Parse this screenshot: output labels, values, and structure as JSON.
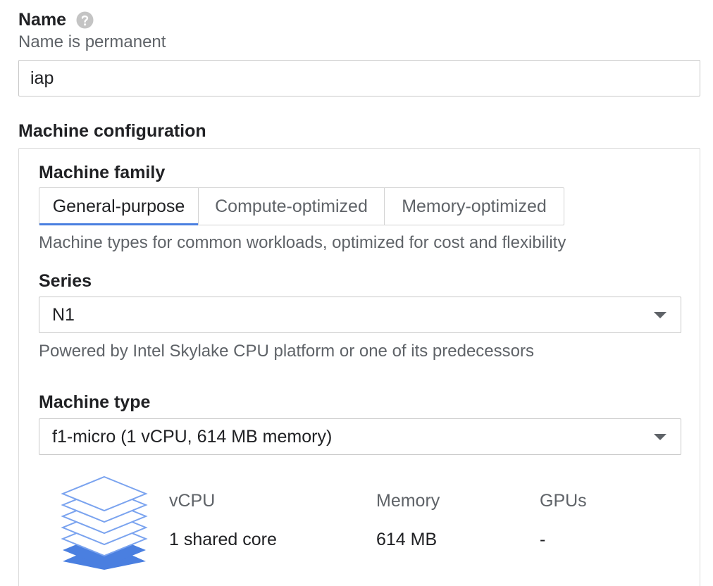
{
  "name_field": {
    "label": "Name",
    "hint": "Name is permanent",
    "value": "iap"
  },
  "machine_configuration": {
    "title": "Machine configuration",
    "family": {
      "label": "Machine family",
      "tabs": [
        {
          "label": "General-purpose",
          "active": true
        },
        {
          "label": "Compute-optimized",
          "active": false
        },
        {
          "label": "Memory-optimized",
          "active": false
        }
      ],
      "description": "Machine types for common workloads, optimized for cost and flexibility"
    },
    "series": {
      "label": "Series",
      "selected": "N1",
      "description": "Powered by Intel Skylake CPU platform or one of its predecessors"
    },
    "machine_type": {
      "label": "Machine type",
      "selected": "f1-micro (1 vCPU, 614 MB memory)"
    },
    "specs": {
      "vcpu": {
        "header": "vCPU",
        "value": "1 shared core"
      },
      "memory": {
        "header": "Memory",
        "value": "614 MB"
      },
      "gpus": {
        "header": "GPUs",
        "value": "-"
      }
    }
  },
  "colors": {
    "accent": "#4a7fe0",
    "icon_blue": "#4285f4",
    "muted_text": "#5f6368"
  },
  "icons": {
    "help": "help-circle-icon",
    "stack": "machine-stack-icon",
    "dropdown": "caret-down-icon"
  }
}
